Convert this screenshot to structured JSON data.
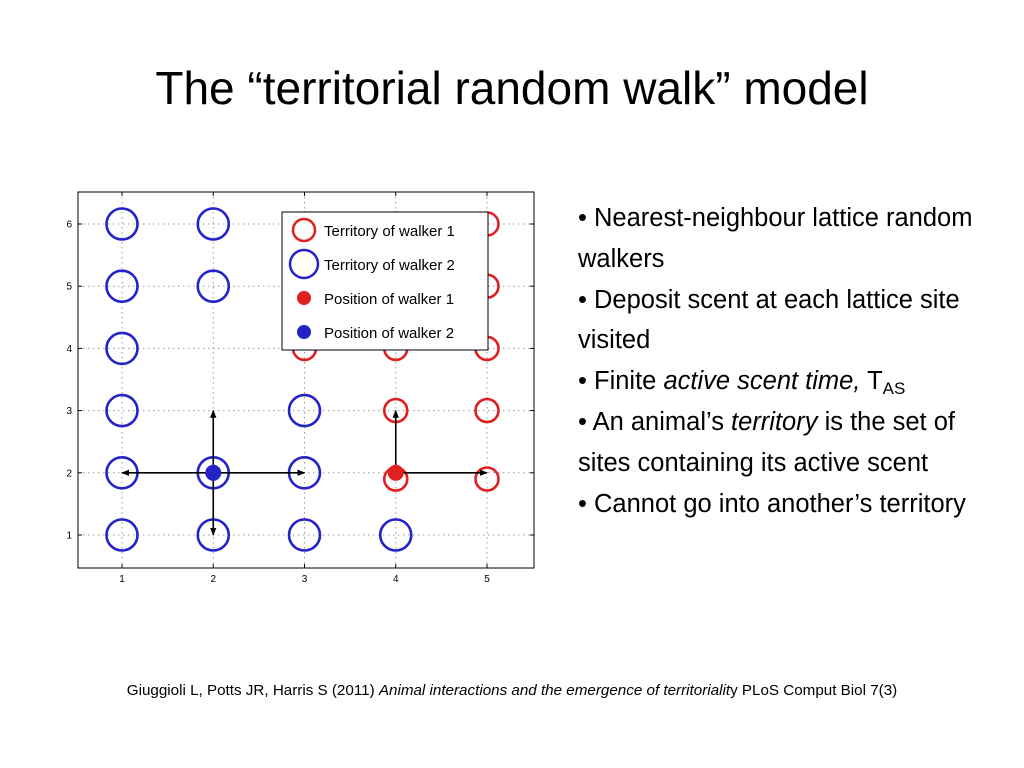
{
  "title": "The “territorial random walk” model",
  "figure": {
    "xticks": [
      "1",
      "2",
      "3",
      "4",
      "5"
    ],
    "yticks": [
      "1",
      "2",
      "3",
      "4",
      "5",
      "6"
    ],
    "legend": [
      {
        "label": "Territory of walker 1",
        "marker": "open-circle",
        "color": "#e02020"
      },
      {
        "label": "Territory of walker 2",
        "marker": "open-circle",
        "color": "#2323c8"
      },
      {
        "label": "Position of walker 1",
        "marker": "filled-dot",
        "color": "#e02020"
      },
      {
        "label": "Position of walker 2",
        "marker": "filled-dot",
        "color": "#2323c8"
      }
    ],
    "territory_walker_1": [
      [
        4,
        1.9
      ],
      [
        5,
        1.9
      ],
      [
        4,
        3
      ],
      [
        5,
        3
      ],
      [
        3,
        4
      ],
      [
        4,
        4
      ],
      [
        5,
        4
      ],
      [
        5,
        5
      ],
      [
        3,
        6
      ],
      [
        4,
        6
      ],
      [
        5,
        6
      ]
    ],
    "territory_walker_2": [
      [
        1,
        1
      ],
      [
        2,
        1
      ],
      [
        3,
        1
      ],
      [
        4,
        1
      ],
      [
        1,
        2
      ],
      [
        2,
        2
      ],
      [
        3,
        2
      ],
      [
        1,
        3
      ],
      [
        3,
        3
      ],
      [
        1,
        4
      ],
      [
        1,
        5
      ],
      [
        2,
        5
      ],
      [
        1,
        6
      ],
      [
        2,
        6
      ]
    ],
    "position_walker_1": [
      4,
      2
    ],
    "position_walker_2": [
      2,
      2
    ],
    "arrows": [
      {
        "from": [
          2,
          2
        ],
        "to": [
          1,
          2
        ]
      },
      {
        "from": [
          2,
          2
        ],
        "to": [
          3,
          2
        ]
      },
      {
        "from": [
          2,
          2
        ],
        "to": [
          2,
          3
        ]
      },
      {
        "from": [
          2,
          2
        ],
        "to": [
          2,
          1
        ]
      },
      {
        "from": [
          4,
          2
        ],
        "to": [
          4,
          3
        ]
      },
      {
        "from": [
          4,
          2
        ],
        "to": [
          5,
          2
        ]
      }
    ],
    "colors": {
      "walker_1": "#e02020",
      "walker_2": "#2323c8"
    }
  },
  "bullets": {
    "b1": "• Nearest-neighbour lattice random walkers",
    "b2": "• Deposit scent at each lattice site visited",
    "b3_pre": "• Finite ",
    "b3_em": "active scent time,",
    "b3_sym": " T",
    "b3_sub": "AS",
    "b4_pre": "• An animal’s ",
    "b4_em": "territory",
    "b4_post": " is the set of sites containing its active scent",
    "b5": "• Cannot go into another’s territory"
  },
  "citation": {
    "pre": "Giuggioli L, Potts JR, Harris S (2011) ",
    "em": "Animal interactions and the emergence of territorialit",
    "post": "y PLoS Comput Biol 7(3)"
  }
}
